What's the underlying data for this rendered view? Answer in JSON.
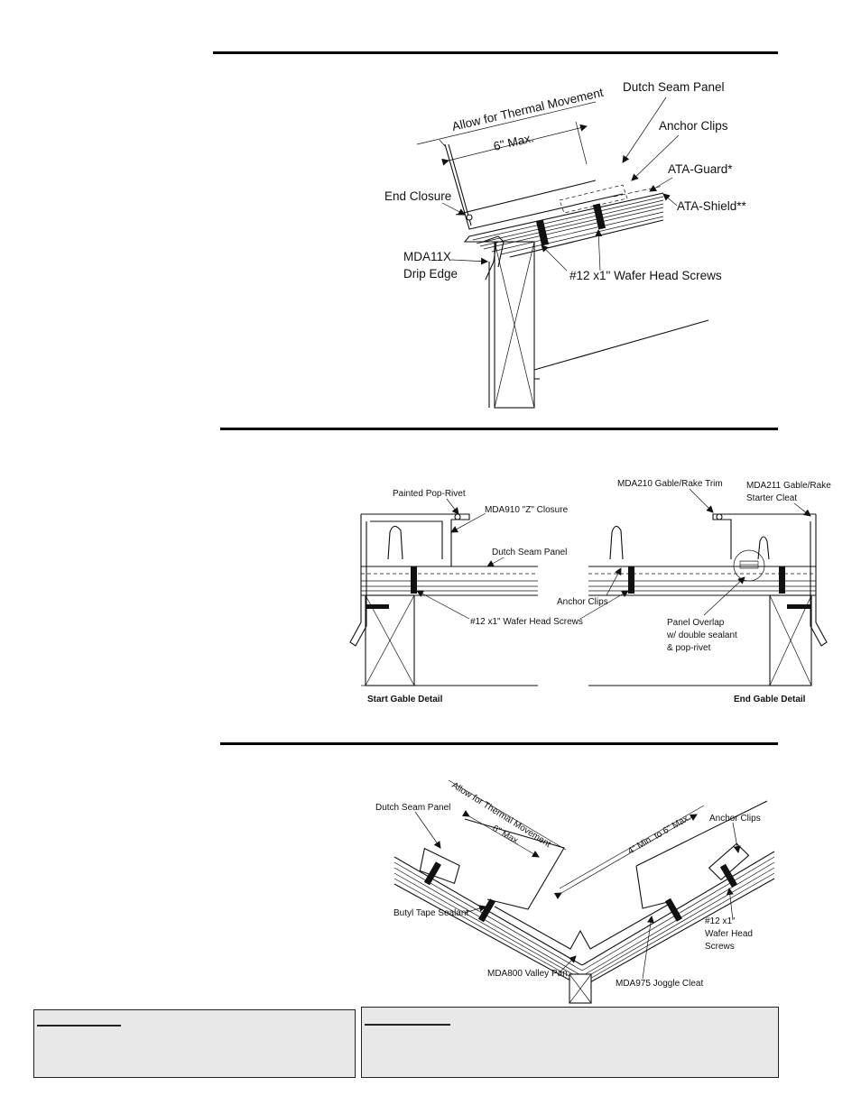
{
  "eave_detail": {
    "labels": {
      "dutch_seam_panel": "Dutch Seam Panel",
      "allow_thermal": "Allow for Thermal Movement",
      "six_max": "6\" Max.",
      "anchor_clips": "Anchor Clips",
      "ata_guard": "ATA-Guard*",
      "ata_shield": "ATA-Shield**",
      "end_closure": "End Closure",
      "drip_edge_line1": "MDA11X",
      "drip_edge_line2": "Drip Edge",
      "screws": "#12 x1\" Wafer Head Screws"
    }
  },
  "gable_detail": {
    "labels": {
      "pop_rivet": "Painted Pop-Rivet",
      "z_closure": "MDA910 \"Z\" Closure",
      "dutch_seam_panel": "Dutch Seam Panel",
      "screws": "#12 x1\" Wafer Head Screws",
      "anchor_clips": "Anchor Clips",
      "rake_trim": "MDA210 Gable/Rake Trim",
      "starter_cleat_line1": "MDA211 Gable/Rake",
      "starter_cleat_line2": "Starter Cleat",
      "overlap_line1": "Panel Overlap",
      "overlap_line2": "w/ double sealant",
      "overlap_line3": "& pop-rivet",
      "start_title": "Start Gable Detail",
      "end_title": "End Gable Detail"
    }
  },
  "valley_detail": {
    "labels": {
      "dutch_seam_panel": "Dutch Seam Panel",
      "allow_thermal": "Allow for Thermal Movement",
      "six_max": "6\" Max.",
      "four_to_six": "4\" Min. to 6\" Max.",
      "anchor_clips": "Anchor Clips",
      "butyl_tape": "Butyl Tape Sealant",
      "screws_line1": "#12 x1\"",
      "screws_line2": "Wafer Head",
      "screws_line3": "Screws",
      "valley_pan": "MDA800 Valley Pan",
      "joggle_cleat": "MDA975 Joggle Cleat"
    }
  }
}
